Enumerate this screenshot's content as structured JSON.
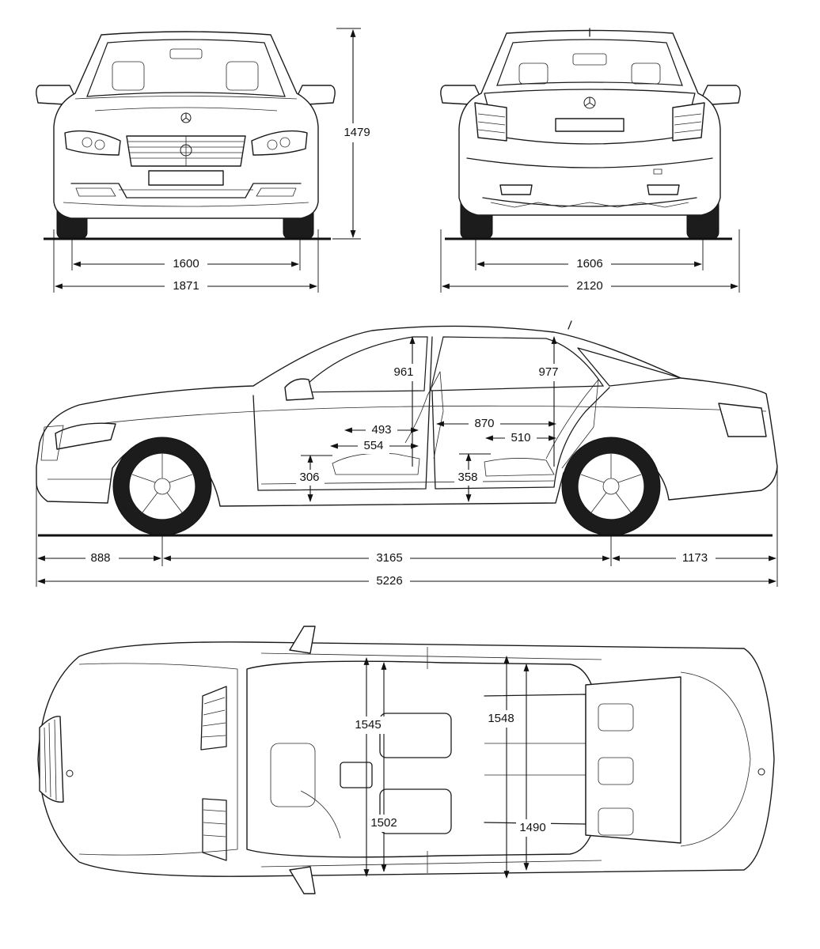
{
  "front_view": {
    "track": "1600",
    "width": "1871",
    "height": "1479"
  },
  "rear_view": {
    "track": "1606",
    "width": "2120"
  },
  "side_view": {
    "front_headroom": "961",
    "rear_headroom": "977",
    "front_seat_depth": "493",
    "front_legroom": "554",
    "seat_spacing": "870",
    "rear_seat_depth": "510",
    "front_seat_height": "306",
    "rear_seat_height": "358",
    "front_overhang": "888",
    "wheelbase": "3165",
    "rear_overhang": "1173",
    "length": "5226"
  },
  "top_view": {
    "front_shoulder_width": "1545",
    "rear_shoulder_width": "1548",
    "front_hip_width": "1502",
    "rear_hip_width": "1490"
  },
  "colors": {
    "line": "#1a1a1a",
    "background": "#ffffff",
    "tire": "#1c1c1c"
  }
}
